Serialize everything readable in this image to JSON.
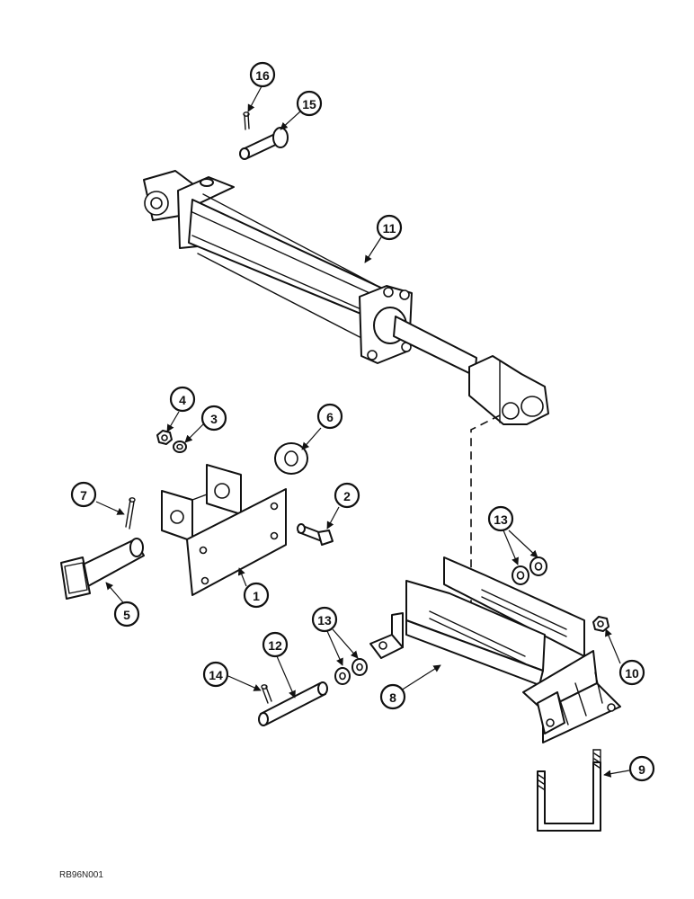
{
  "figure_code": "RB96N001",
  "callouts": [
    "1",
    "2",
    "3",
    "4",
    "5",
    "6",
    "7",
    "8",
    "9",
    "10",
    "11",
    "12",
    "13",
    "13",
    "14",
    "15",
    "16"
  ],
  "colors": {
    "ink": "#111111",
    "paper": "#ffffff"
  }
}
